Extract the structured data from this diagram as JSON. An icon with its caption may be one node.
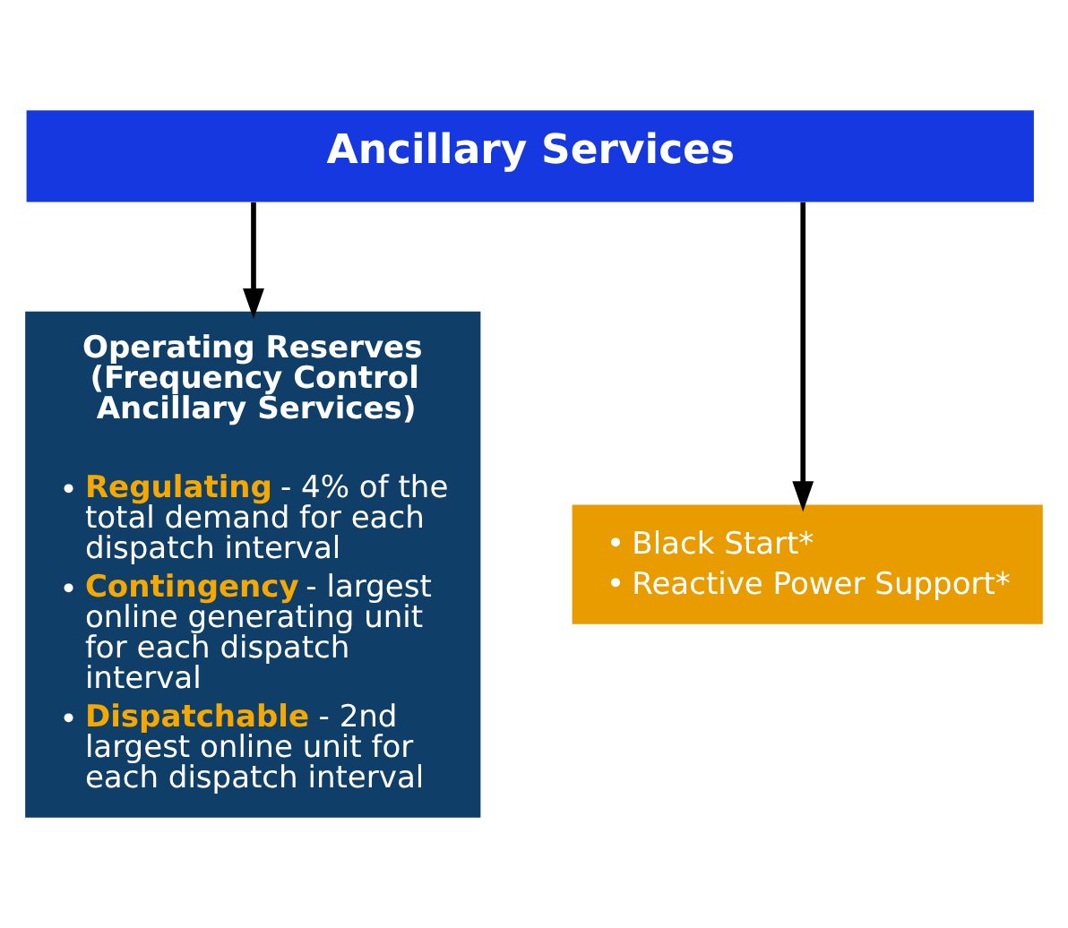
{
  "diagram": {
    "nodes": [
      {
        "text": [
          "Ancillary Services"
        ]
      },
      {
        "text": [
          "Operating Reserves (Frequency Control Ancillary Services)",
          "• **Regulating** - 4% of the total demand for each dispatch interval",
          "• **Contingency** - largest online generating unit for each dispatch interval",
          "• **Dispatchable** - 2nd largest online unit for each dispatch interval"
        ]
      },
      {
        "text": [
          "• Black Start*",
          "• Reactive Power Support*"
        ]
      }
    ],
    "edges": [
      {
        "from": 0,
        "to": 1,
        "arrow": "to"
      },
      {
        "from": 0,
        "to": 2,
        "arrow": "to"
      }
    ]
  }
}
